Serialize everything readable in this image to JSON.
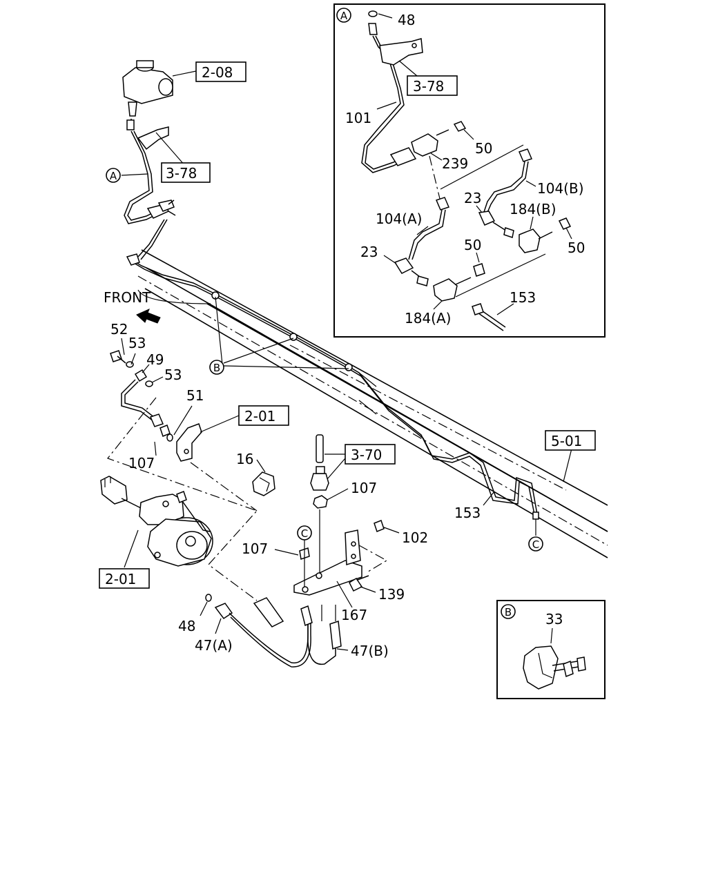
{
  "refs": {
    "r_208": "2-08",
    "r_378_main": "3-78",
    "r_378_inset": "3-78",
    "r_201_a": "2-01",
    "r_201_b": "2-01",
    "r_370": "3-70",
    "r_501": "5-01"
  },
  "parts": {
    "p48_inset": "48",
    "p101": "101",
    "p50_a": "50",
    "p239": "239",
    "p104b": "104(B)",
    "p23_a": "23",
    "p184b": "184(B)",
    "p104a": "104(A)",
    "p50_b": "50",
    "p50_c": "50",
    "p23_b": "23",
    "p153_inset": "153",
    "p184a": "184(A)",
    "p52": "52",
    "p53_a": "53",
    "p49": "49",
    "p53_b": "53",
    "p51": "51",
    "p107_a": "107",
    "p16": "16",
    "p107_b": "107",
    "p107_c": "107",
    "p102": "102",
    "p153": "153",
    "p139": "139",
    "p167": "167",
    "p48": "48",
    "p47a": "47(A)",
    "p47b": "47(B)",
    "p33": "33"
  },
  "callouts": {
    "inset_a": "A",
    "main_a": "A",
    "inset_b": "B",
    "main_b": "B",
    "main_c1": "C",
    "main_c2": "C"
  },
  "labels": {
    "front": "FRONT"
  }
}
